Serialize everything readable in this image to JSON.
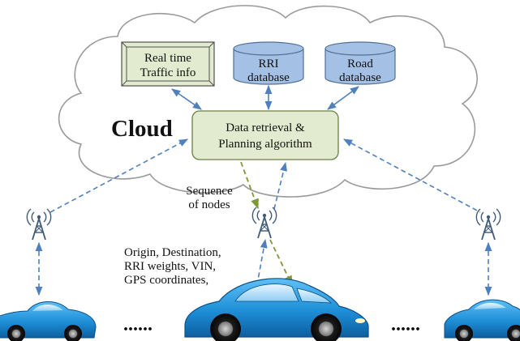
{
  "cloud": {
    "label": "Cloud",
    "realtime": {
      "line1": "Real time",
      "line2": "Traffic info"
    },
    "rri_db": {
      "line1": "RRI",
      "line2": "database"
    },
    "road_db": {
      "line1": "Road",
      "line2": "database"
    },
    "algorithm": {
      "line1": "Data retrieval &",
      "line2": "Planning algorithm"
    }
  },
  "labels": {
    "sequence": {
      "line1": "Sequence",
      "line2": "of nodes"
    },
    "upload": {
      "line1": "Origin, Destination,",
      "line2": "RRI weights, VIN,",
      "line3": "GPS coordinates,"
    }
  },
  "ellipsis": {
    "left": "......",
    "right": "......"
  },
  "colors": {
    "cloud_fill": "#ffffff",
    "cloud_stroke": "#9a9a9a",
    "box_fill": "#e2ebcf",
    "db_fill": "#a4c0e4",
    "blue_arrow": "#4f80bd",
    "green_arrow": "#7e9838",
    "car_blue": "#1e8fd8",
    "tower": "#3f5b76"
  },
  "icons": [
    "antenna-tower-icon",
    "car-icon",
    "database-icon"
  ]
}
